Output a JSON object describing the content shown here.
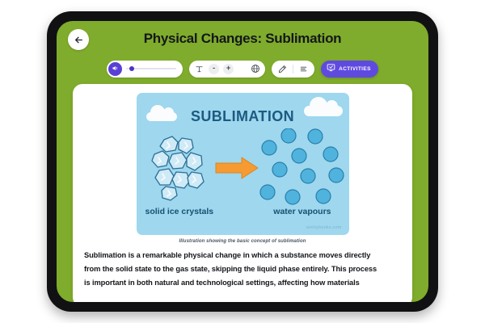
{
  "header": {
    "title": "Physical Changes: Sublimation",
    "back_icon": "arrow-left-icon"
  },
  "toolbar": {
    "audio": {
      "speaker_icon": "speaker-volume-icon",
      "volume_percent": 6
    },
    "text_size": {
      "text_icon": "text-format-icon",
      "decrease_label": "-",
      "increase_label": "+",
      "globe_icon": "globe-translate-icon"
    },
    "annotate": {
      "pen_icon": "highlighter-pen-icon",
      "list_icon": "list-lines-icon"
    },
    "activities": {
      "label": "ACTIVITIES",
      "icon": "monitor-check-icon",
      "color": "#5f4ae0"
    }
  },
  "illustration": {
    "title": "SUBLIMATION",
    "left_label": "solid ice crystals",
    "right_label": "water vapours",
    "watermark": "workybooks.com",
    "arrow_icon": "right-arrow-icon",
    "background_color": "#9ED7EE",
    "arrow_color": "#F59B32",
    "vapor_color": "#4FB3DE",
    "ice_color": "#CFEAF7"
  },
  "caption": "Illustration showing the basic concept of sublimation",
  "body": {
    "lines": [
      "Sublimation is a remarkable physical change in which a substance moves directly",
      "from the solid state to the gas state, skipping the liquid phase entirely. This process",
      "is important in both natural and technological settings, affecting how materials"
    ]
  },
  "theme": {
    "accent_green": "#7FAC2C",
    "bezel": "#111113",
    "purple": "#5a3fd6"
  }
}
